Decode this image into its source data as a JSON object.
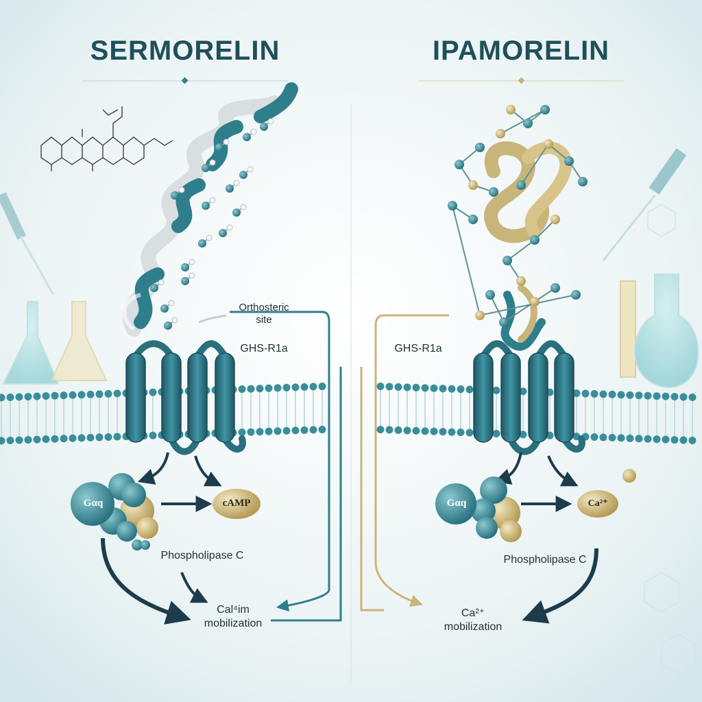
{
  "left_panel": {
    "title": "SERMORELIN",
    "site_label_line1": "Orthosteric",
    "site_label_line2": "site",
    "receptor_label": "GHS-R1a",
    "g_protein_label": "Gαq",
    "camp_label": "cAMP",
    "enzyme_label": "Phospholipase C",
    "outcome_line1": "Cal⁴im",
    "outcome_line2": "mobilization"
  },
  "right_panel": {
    "title": "IPAMORELIN",
    "receptor_label": "GHS-R1a",
    "g_protein_label": "Gαq",
    "ion_label": "Ca²⁺",
    "enzyme_label": "Phospholipase C",
    "outcome_line1": "Ca²⁺",
    "outcome_line2": "mobilization"
  },
  "colors": {
    "teal": "#2f7e8c",
    "teal_dark": "#1f5664",
    "gold": "#c9b47a",
    "navy": "#1c3c4c",
    "background": "#eef5f6"
  }
}
